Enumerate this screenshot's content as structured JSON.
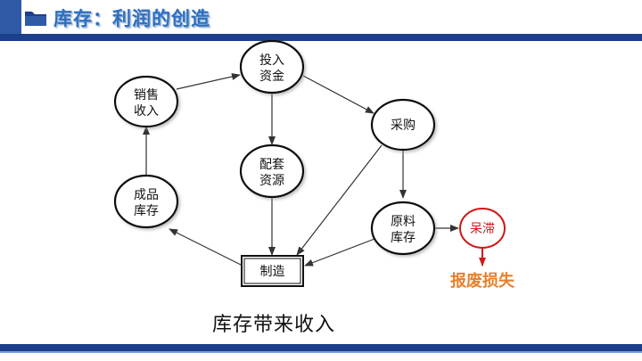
{
  "header": {
    "title": "库存：利润的创造",
    "icon": "folder-icon",
    "accent_color": "#1c3f8c"
  },
  "diagram": {
    "nodes": {
      "invest": [
        "投入",
        "资金"
      ],
      "sales": [
        "销售",
        "收入"
      ],
      "purchase": [
        "采购"
      ],
      "support": [
        "配套",
        "资源"
      ],
      "finished": [
        "成品",
        "库存"
      ],
      "raw": [
        "原料",
        "库存"
      ],
      "stagnant": [
        "呆滞"
      ],
      "manufacture": [
        "制造"
      ]
    },
    "loss_label": "报废损失",
    "caption": "库存带来收入",
    "colors": {
      "stagnant_border": "#d01818",
      "loss_arrow": "#d01818",
      "loss_text": "#e8802a"
    }
  }
}
